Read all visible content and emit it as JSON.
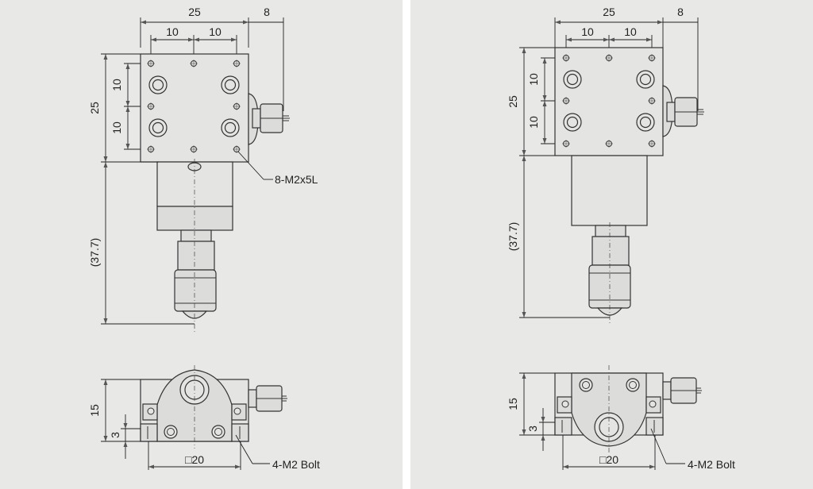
{
  "left_view": {
    "dims": {
      "width_total": "25",
      "screw_offset": "8",
      "pitch_x_a": "10",
      "pitch_x_b": "10",
      "height_total": "25",
      "pitch_y_a": "10",
      "pitch_y_b": "10",
      "extension": "(37.7)",
      "side_height": "15",
      "side_small": "3",
      "base_square": "□20"
    },
    "callouts": {
      "holes": "8-M2x5L",
      "bolts": "4-M2 Bolt"
    }
  },
  "right_view": {
    "dims": {
      "width_total": "25",
      "screw_offset": "8",
      "pitch_x_a": "10",
      "pitch_x_b": "10",
      "height_total": "25",
      "pitch_y_a": "10",
      "pitch_y_b": "10",
      "extension": "(37.7)",
      "side_height": "15",
      "side_small": "3",
      "base_square": "□20"
    },
    "callouts": {
      "bolts": "4-M2 Bolt"
    }
  }
}
